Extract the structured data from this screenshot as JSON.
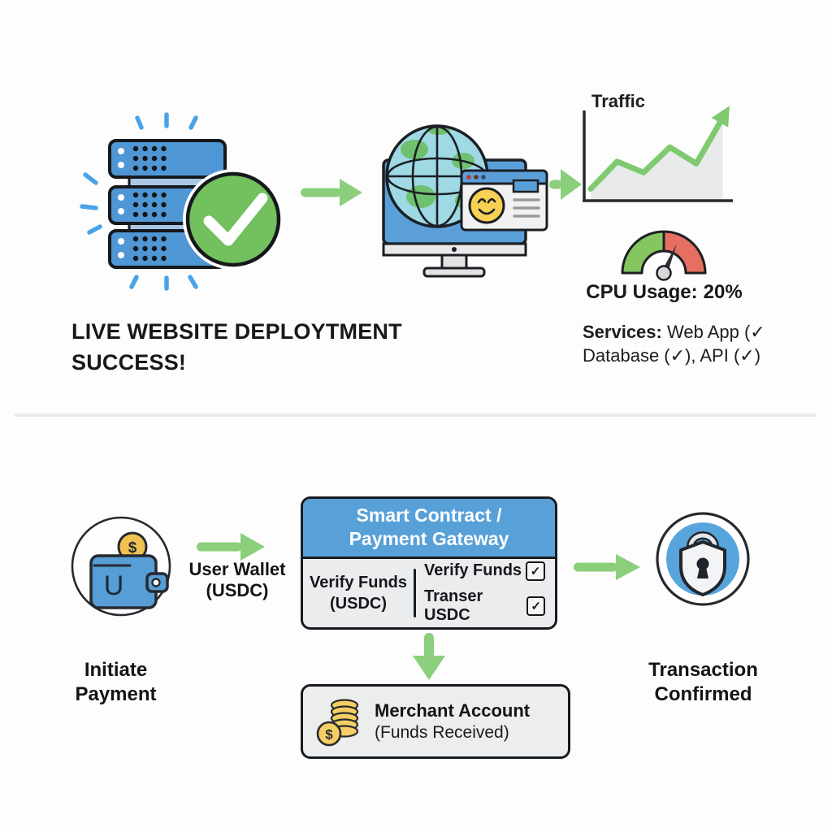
{
  "glyphs": {
    "check": "✓",
    "dollar": "$",
    "wallet_letter": "U"
  },
  "colors": {
    "arrow_green": "#8bcf7c",
    "success_green": "#72c05e",
    "server_blue": "#4f96d5",
    "accent_blue": "#57a0d8",
    "gauge_green": "#86c661",
    "gauge_red": "#e76f62",
    "chart_line_green": "#7fca6f",
    "chart_area_gray": "#e8eaeb",
    "coin_yellow": "#f0c24f",
    "outline_ink": "#171b21"
  },
  "deployment": {
    "headline": "LIVE WEBSITE DEPLOYTMENT SUCCESS!",
    "traffic_chart": {
      "type": "line",
      "title": "Traffic",
      "x": [
        0,
        1,
        2,
        3,
        4,
        5
      ],
      "values": [
        10,
        35,
        25,
        48,
        33,
        75
      ],
      "trend": "up",
      "ylabel": "",
      "xlabel": "",
      "grid": false,
      "area_fill": true,
      "arrow_end": true
    },
    "cpu_gauge": {
      "label": "CPU Usage:",
      "value": "20%",
      "percent": 20,
      "zones": [
        "green",
        "red"
      ]
    },
    "services": {
      "label": "Services:",
      "line1_rest": " Web App (✓",
      "line2": "Database (✓), API (✓)"
    }
  },
  "payment_flow": {
    "wallet_label_line1": "User Wallet",
    "wallet_label_line2": "(USDC)",
    "initiate_label": "Initiate Payment",
    "contract": {
      "header_line1": "Smart Contract /",
      "header_line2": "Payment Gateway",
      "left_cell_line1": "Verify Funds",
      "left_cell_line2": "(USDC)",
      "tasks": [
        {
          "label": "Verify Funds",
          "checked": true
        },
        {
          "label": "Transer USDC",
          "checked": true
        }
      ]
    },
    "merchant": {
      "line1": "Merchant Account",
      "line2": "(Funds Received)"
    },
    "confirmed_label": "Transaction Confirmed"
  }
}
